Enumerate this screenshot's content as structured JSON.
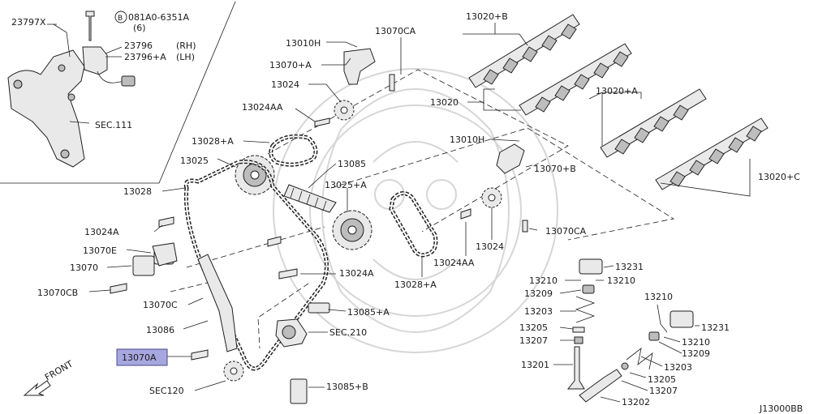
{
  "diagram_id": "J13000BB",
  "highlight_color": "#a7a7e0",
  "inset_labels": {
    "part_23797X": "23797X",
    "bolt_ref": "081A0-6351A",
    "bolt_qty": "(6)",
    "bolt_circle_letter": "B",
    "part_23796": "23796",
    "part_23796_rh": "(RH)",
    "part_23796A": "23796+A",
    "part_23796A_lh": "(LH)",
    "sec111": "SEC.111"
  },
  "labels": {
    "p13010H_top": "13010H",
    "p13070CA_top": "13070CA",
    "p13020B": "13020+B",
    "p13070A_top": "13070+A",
    "p13024_top": "13024",
    "p13024AA_top": "13024AA",
    "p13020": "13020",
    "p13020A": "13020+A",
    "p13028A_top": "13028+A",
    "p13010H_right": "13010H",
    "p13085": "13085",
    "p13025": "13025",
    "p13070B": "13070+B",
    "p13025A": "13025+A",
    "p13028": "13028",
    "p13020C": "13020+C",
    "p13024A_left": "13024A",
    "p13070CA_right": "13070CA",
    "p13070E": "13070E",
    "p13024_right": "13024",
    "p13024AA_right": "13024AA",
    "p13070": "13070",
    "p13024A_mid": "13024A",
    "p13028A_mid": "13028+A",
    "p13070CB": "13070CB",
    "p13070C": "13070C",
    "p13085A": "13085+A",
    "p13086": "13086",
    "sec210": "SEC.210",
    "p13070A_hl": "13070A",
    "front": "FRONT",
    "sec120": "SEC120",
    "p13085B": "13085+B"
  },
  "valve_labels": {
    "p13231_a": "13231",
    "p13210_a1": "13210",
    "p13210_a2": "13210",
    "p13209_a": "13209",
    "p13203_a": "13203",
    "p13205_a": "13205",
    "p13207_a": "13207",
    "p13201": "13201",
    "p13210_b1": "13210",
    "p13231_b": "13231",
    "p13210_b2": "13210",
    "p13209_b": "13209",
    "p13203_b": "13203",
    "p13205_b": "13205",
    "p13207_b": "13207",
    "p13202": "13202"
  }
}
